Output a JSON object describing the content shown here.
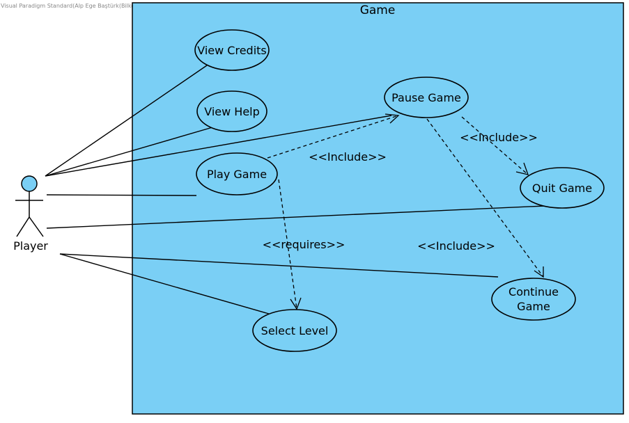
{
  "watermark": "Visual Paradigm Standard(Alp Ege Baştürk(Bilkent Univ.))",
  "system": {
    "title": "Game",
    "fill": "#7acff5"
  },
  "actor": {
    "name": "Player",
    "head_fill": "#7acff5"
  },
  "use_cases": {
    "view_credits": "View Credits",
    "view_help": "View Help",
    "play_game": "Play Game",
    "pause_game": "Pause Game",
    "quit_game": "Quit Game",
    "continue_game_line1": "Continue",
    "continue_game_line2": "Game",
    "select_level": "Select Level"
  },
  "relationships": {
    "include_play_pause": "<<Include>>",
    "include_pause_quit": "<<Include>>",
    "include_pause_continue": "<<Include>>",
    "requires_play_select": "<<requires>>"
  }
}
